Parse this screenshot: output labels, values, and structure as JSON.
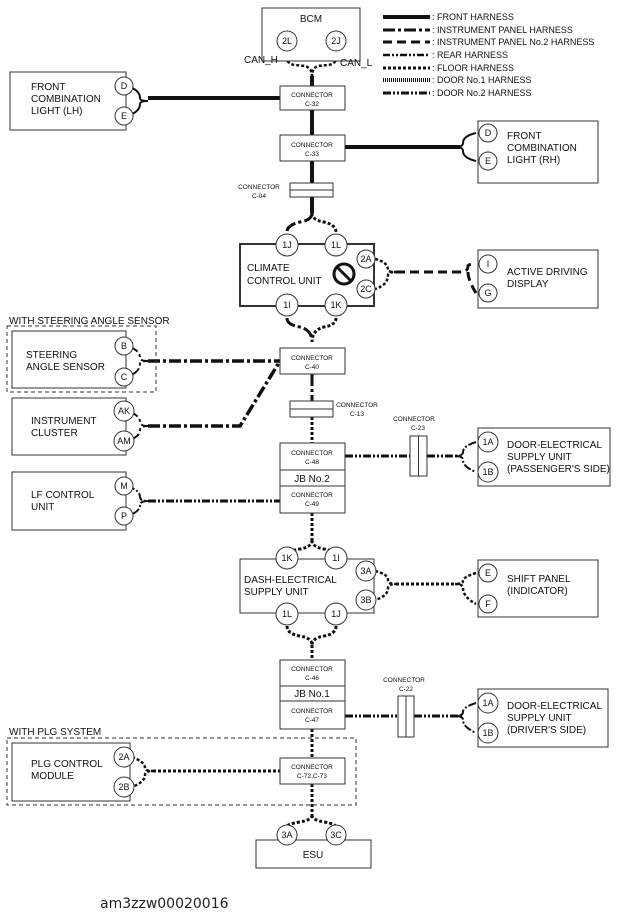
{
  "legend": [
    {
      "label": ": FRONT HARNESS",
      "style": "front"
    },
    {
      "label": ": INSTRUMENT PANEL HARNESS",
      "style": "ip"
    },
    {
      "label": ": INSTRUMENT PANEL No.2 HARNESS",
      "style": "ip2"
    },
    {
      "label": ": REAR HARNESS",
      "style": "rear"
    },
    {
      "label": ": FLOOR HARNESS",
      "style": "floor"
    },
    {
      "label": ": DOOR No.1 HARNESS",
      "style": "door1"
    },
    {
      "label": ": DOOR No.2 HARNESS",
      "style": "door2"
    }
  ],
  "bcm": {
    "name": "BCM",
    "pin_left": "2L",
    "pin_right": "2J",
    "can_h": "CAN_H",
    "can_l": "CAN_L"
  },
  "connectors": {
    "c32": {
      "word": "CONNECTOR",
      "code": "C-32"
    },
    "c33": {
      "word": "CONNECTOR",
      "code": "C-33"
    },
    "c04": {
      "word": "CONNECTOR",
      "code": "C-04"
    },
    "c40": {
      "word": "CONNECTOR",
      "code": "C-40"
    },
    "c13": {
      "word": "CONNECTOR",
      "code": "C-13"
    },
    "c23": {
      "word": "CONNECTOR",
      "code": "C-23"
    },
    "c48": {
      "word": "CONNECTOR",
      "code": "C-48"
    },
    "c49": {
      "word": "CONNECTOR",
      "code": "C-49"
    },
    "c46": {
      "word": "CONNECTOR",
      "code": "C-46"
    },
    "c47": {
      "word": "CONNECTOR",
      "code": "C-47"
    },
    "c22": {
      "word": "CONNECTOR",
      "code": "C-22"
    },
    "c72": {
      "word": "CONNECTOR",
      "code": "C-72,C-73"
    }
  },
  "junction_blocks": {
    "jb2": "JB No.2",
    "jb1": "JB No.1"
  },
  "modules": {
    "fcl_lh": {
      "lines": [
        "FRONT",
        "COMBINATION",
        "LIGHT (LH)"
      ],
      "pins": [
        "D",
        "E"
      ]
    },
    "fcl_rh": {
      "lines": [
        "FRONT",
        "COMBINATION",
        "LIGHT (RH)"
      ],
      "pins": [
        "D",
        "E"
      ]
    },
    "climate": {
      "lines": [
        "CLIMATE",
        "CONTROL UNIT"
      ],
      "pins": [
        "1J",
        "1L",
        "2A",
        "2C",
        "1I",
        "1K"
      ]
    },
    "active_display": {
      "lines": [
        "ACTIVE DRIVING",
        "DISPLAY"
      ],
      "pins": [
        "I",
        "G"
      ]
    },
    "steering": {
      "group": "WITH STEERING ANGLE SENSOR",
      "lines": [
        "STEERING",
        "ANGLE SENSOR"
      ],
      "pins": [
        "B",
        "C"
      ]
    },
    "cluster": {
      "lines": [
        "INSTRUMENT",
        "CLUSTER"
      ],
      "pins": [
        "AK",
        "AM"
      ]
    },
    "door_pass": {
      "lines": [
        "DOOR-ELECTRICAL",
        "SUPPLY UNIT",
        "(PASSENGER'S SIDE)"
      ],
      "pins": [
        "1A",
        "1B"
      ]
    },
    "lf_control": {
      "lines": [
        "LF CONTROL",
        "UNIT"
      ],
      "pins": [
        "M",
        "P"
      ]
    },
    "dash": {
      "lines": [
        "DASH-ELECTRICAL",
        "SUPPLY UNIT"
      ],
      "pins": [
        "1K",
        "1I",
        "3A",
        "3B",
        "1L",
        "1J"
      ]
    },
    "shift": {
      "lines": [
        "SHIFT PANEL",
        "(INDICATOR)"
      ],
      "pins": [
        "E",
        "F"
      ]
    },
    "door_drv": {
      "lines": [
        "DOOR-ELECTRICAL",
        "SUPPLY UNIT",
        "(DRIVER'S SIDE)"
      ],
      "pins": [
        "1A",
        "1B"
      ]
    },
    "plg": {
      "group": "WITH PLG SYSTEM",
      "lines": [
        "PLG CONTROL",
        "MODULE"
      ],
      "pins": [
        "2A",
        "2B"
      ]
    },
    "esu": {
      "name": "ESU",
      "pins": [
        "3A",
        "3C"
      ]
    }
  },
  "caption": "am3zzw00020016"
}
